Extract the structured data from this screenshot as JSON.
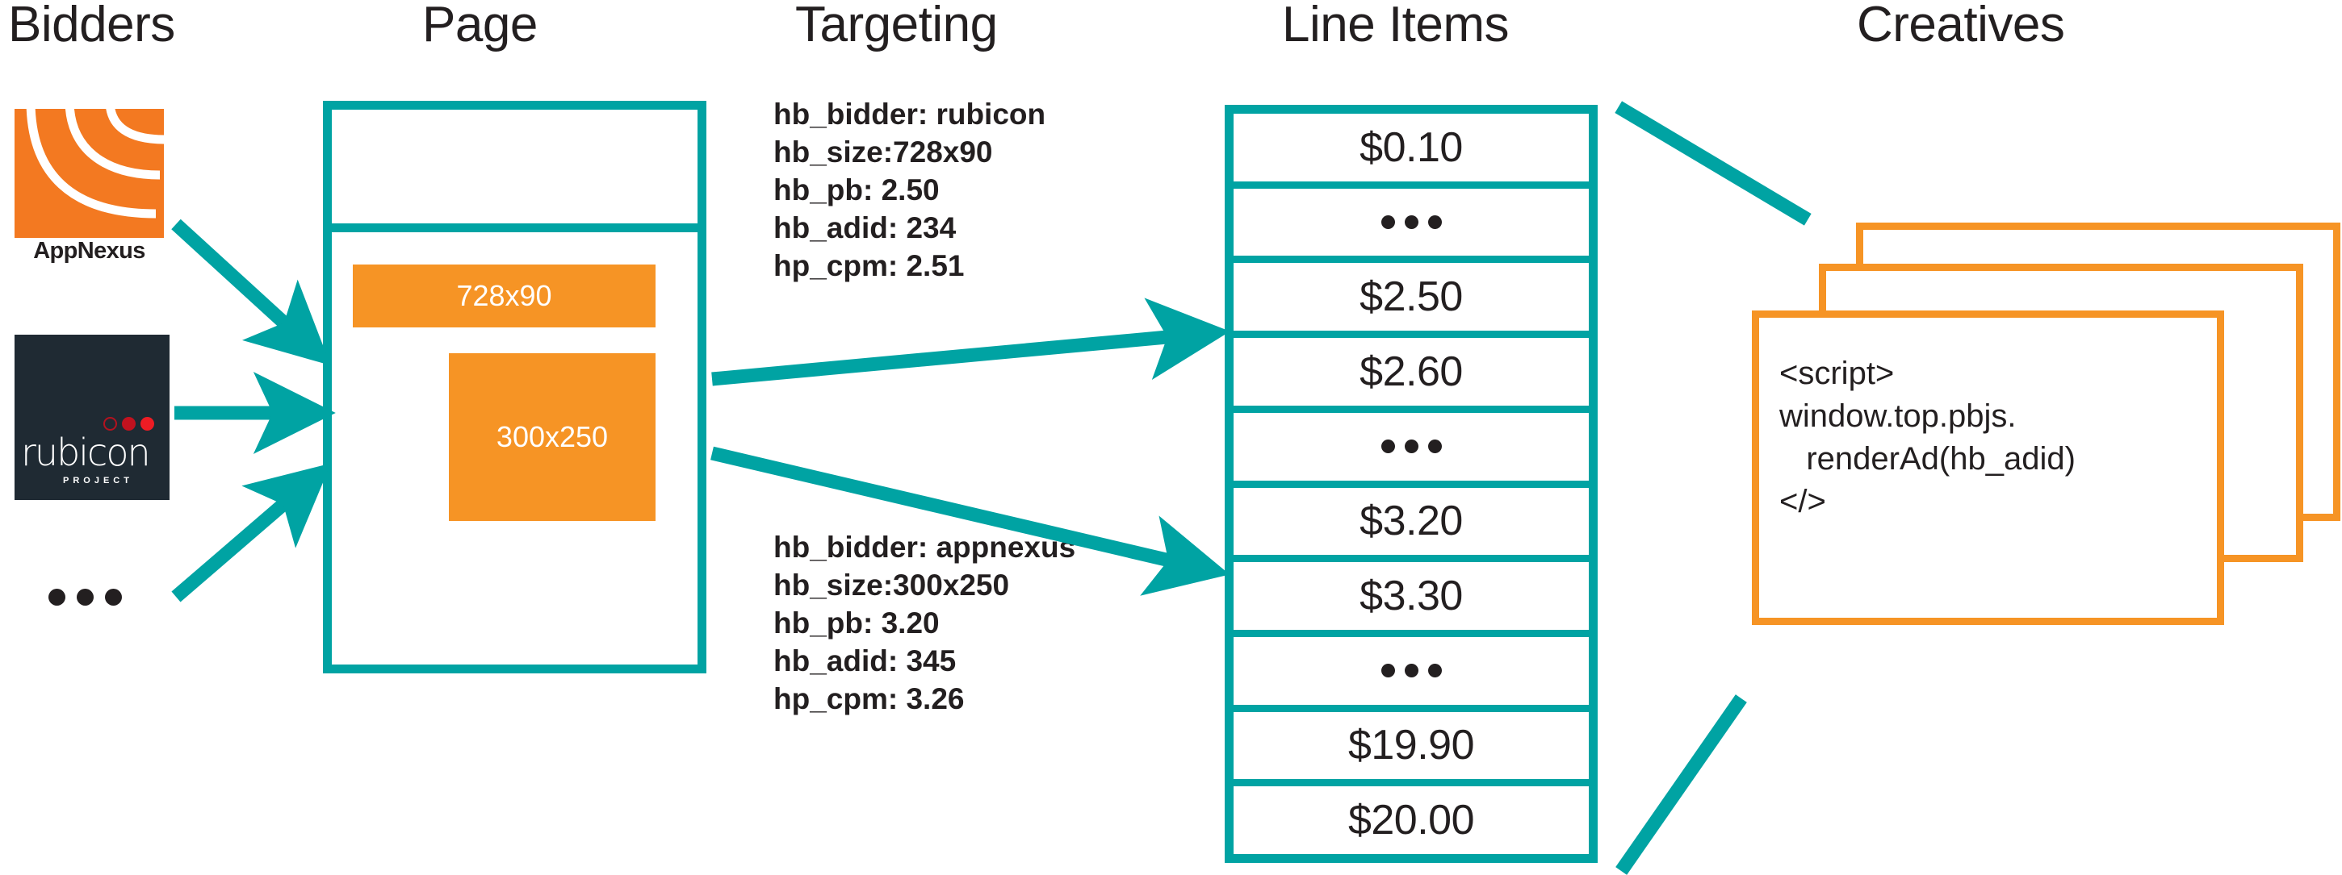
{
  "columns": {
    "bidders": "Bidders",
    "page": "Page",
    "targeting": "Targeting",
    "line_items": "Line Items",
    "creatives": "Creatives"
  },
  "colors": {
    "teal": "#00a3a3",
    "orange": "#f69425",
    "ink": "#231f20",
    "rubicon_bg": "#1f2a33"
  },
  "bidders": {
    "logo_appnexus_name": "AppNexus",
    "logo_rubicon_name": "rubicon",
    "logo_rubicon_sub": "PROJECT",
    "more_indicator": "..."
  },
  "page": {
    "slot_leaderboard": "728x90",
    "slot_mpu": "300x250"
  },
  "targeting": {
    "block1": "hb_bidder: rubicon\nhb_size:728x90\nhb_pb: 2.50\nhb_adid: 234\nhp_cpm: 2.51",
    "block2": "hb_bidder: appnexus\nhb_size:300x250\nhb_pb: 3.20\nhb_adid: 345\nhp_cpm: 3.26",
    "block1_fields": [
      {
        "key": "hb_bidder",
        "value": "rubicon"
      },
      {
        "key": "hb_size",
        "value": "728x90"
      },
      {
        "key": "hb_pb",
        "value": "2.50"
      },
      {
        "key": "hb_adid",
        "value": "234"
      },
      {
        "key": "hp_cpm",
        "value": "2.51"
      }
    ],
    "block2_fields": [
      {
        "key": "hb_bidder",
        "value": "appnexus"
      },
      {
        "key": "hb_size",
        "value": "300x250"
      },
      {
        "key": "hb_pb",
        "value": "3.20"
      },
      {
        "key": "hb_adid",
        "value": "345"
      },
      {
        "key": "hp_cpm",
        "value": "3.26"
      }
    ]
  },
  "line_items": {
    "rows": [
      {
        "label": "$0.10",
        "type": "price"
      },
      {
        "label": "...",
        "type": "ellipsis"
      },
      {
        "label": "$2.50",
        "type": "price"
      },
      {
        "label": "$2.60",
        "type": "price"
      },
      {
        "label": "...",
        "type": "ellipsis"
      },
      {
        "label": "$3.20",
        "type": "price"
      },
      {
        "label": "$3.30",
        "type": "price"
      },
      {
        "label": "...",
        "type": "ellipsis"
      },
      {
        "label": "$19.90",
        "type": "price"
      },
      {
        "label": "$20.00",
        "type": "price"
      }
    ]
  },
  "creatives": {
    "code": "<script>\nwindow.top.pbjs.\n   renderAd(hb_adid)\n</>",
    "card_count": 3
  }
}
